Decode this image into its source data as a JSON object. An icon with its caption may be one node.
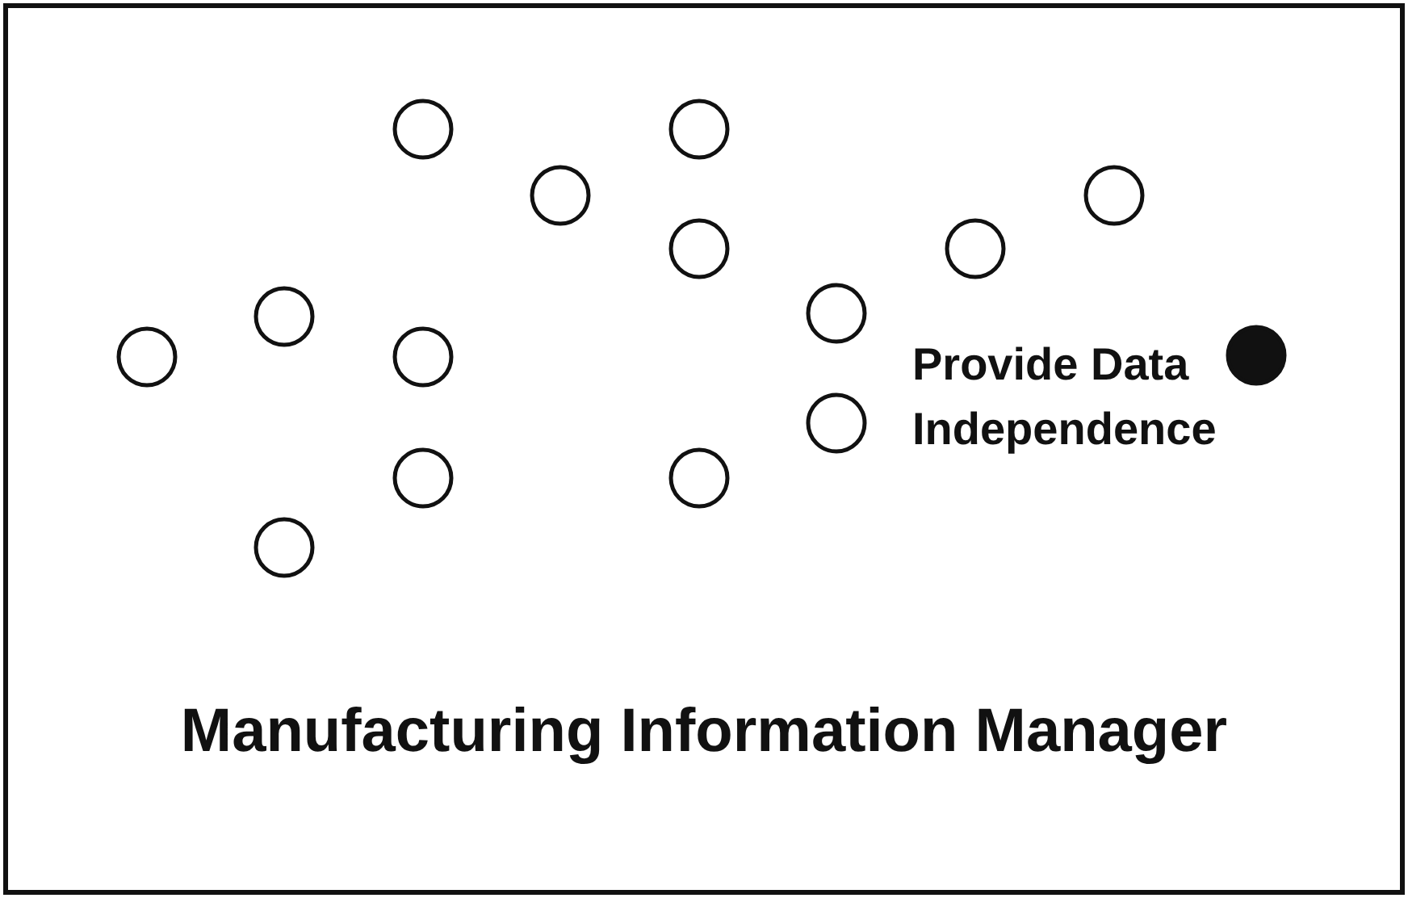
{
  "diagram": {
    "title": "Manufacturing Information Manager",
    "nodes": [
      {
        "text": [],
        "shape": "circle"
      },
      {
        "text": [],
        "shape": "circle"
      },
      {
        "text": [],
        "shape": "circle"
      },
      {
        "text": [],
        "shape": "circle"
      },
      {
        "text": [],
        "shape": "circle"
      },
      {
        "text": [],
        "shape": "circle"
      },
      {
        "text": [],
        "shape": "circle"
      },
      {
        "text": [],
        "shape": "circle"
      },
      {
        "text": [],
        "shape": "dot",
        "beside": [
          "Provide Data Independence"
        ]
      },
      {
        "text": [],
        "shape": "circle"
      },
      {
        "text": [],
        "shape": "circle"
      },
      {
        "text": [],
        "shape": "circle"
      },
      {
        "text": [],
        "shape": "circle"
      },
      {
        "text": [],
        "shape": "circle"
      },
      {
        "text": [],
        "shape": "circle"
      }
    ]
  }
}
